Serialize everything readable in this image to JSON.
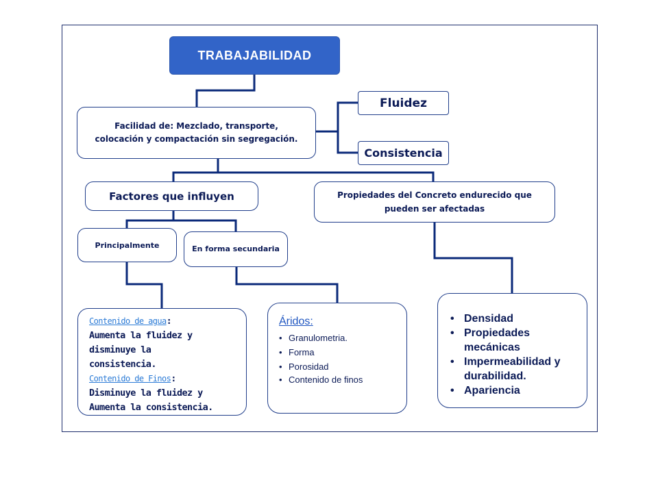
{
  "diagram": {
    "title": "TRABAJABILIDAD",
    "definition": "Facilidad de:  Mezclado, transporte, colocación y  compactación sin segregación.",
    "fluidez": "Fluidez",
    "consistencia": "Consistencia",
    "factores": "Factores que influyen",
    "propiedades": "Propiedades del Concreto endurecido que pueden ser afectadas",
    "principalmente": "Principalmente",
    "secundaria": "En forma secundaria",
    "agua": {
      "link1": "Contenido de agua",
      "colon1": ":",
      "line1": "Aumenta la fluidez y",
      "line2": "disminuye la",
      "line3": "consistencia.",
      "link2": "Contenido de Finos",
      "colon2": ":",
      "line4": "Disminuye la fluidez  y",
      "line5": "Aumenta la consistencia."
    },
    "aridos": {
      "title": "Áridos:",
      "items": [
        "Granulometria.",
        "Forma",
        "Porosidad",
        "Contenido de finos"
      ]
    },
    "props_list": [
      "Densidad",
      "Propiedades mecánicas",
      "Impermeabilidad  y  durabilidad.",
      "Apariencia"
    ],
    "line_color": "#0b2a7a",
    "accent": "#3264c8"
  }
}
